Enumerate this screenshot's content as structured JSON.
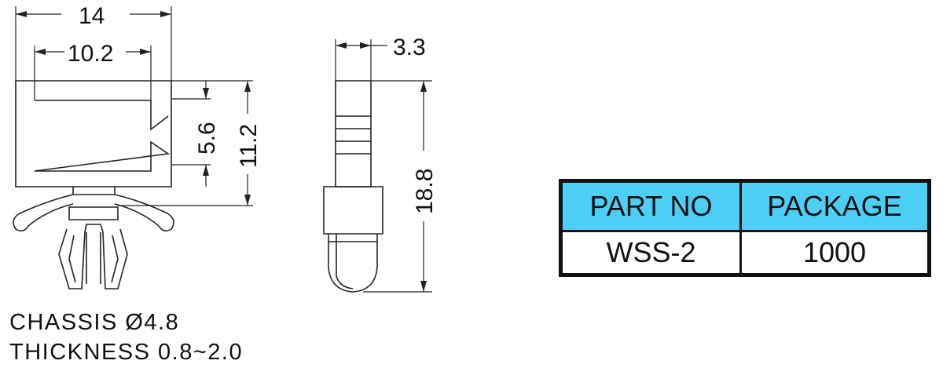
{
  "dimensions": {
    "overall_width": "14",
    "inner_width": "10.2",
    "slot_height": "5.6",
    "body_height": "11.2",
    "side_thickness": "3.3",
    "side_height": "18.8"
  },
  "specs": {
    "chassis": "CHASSIS Ø4.8",
    "thickness": "THICKNESS 0.8~2.0"
  },
  "table": {
    "header_part_no": "PART NO",
    "header_package": "PACKAGE",
    "part_no": "WSS-2",
    "package": "1000"
  },
  "colors": {
    "header_bg": "#4dcff5",
    "border": "#111111"
  }
}
